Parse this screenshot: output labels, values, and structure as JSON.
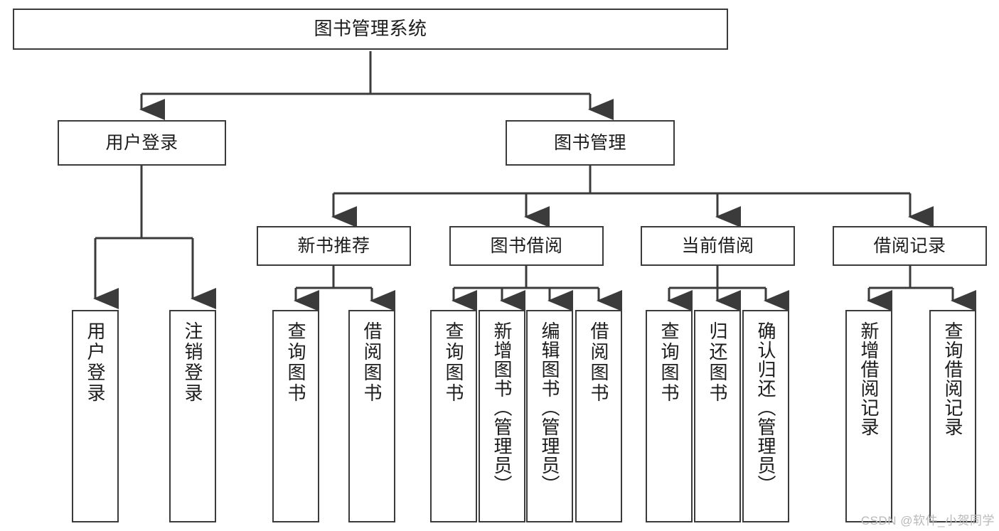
{
  "diagram": {
    "title": "图书管理系统",
    "type": "tree",
    "style": {
      "node_border_color": "#3b3b3b",
      "node_fill_color": "#ffffff",
      "edge_color": "#3b3b3b",
      "background_color": "#ffffff",
      "text_color": "#1c1c1c",
      "watermark_color": "#b9b9b9"
    },
    "watermark": "CSDN @软件_小贺同学",
    "nodes": {
      "root": {
        "label": "图书管理系统"
      },
      "level1": [
        {
          "label": "用户登录"
        },
        {
          "label": "图书管理"
        }
      ],
      "level2": [
        {
          "label": "新书推荐"
        },
        {
          "label": "图书借阅"
        },
        {
          "label": "当前借阅"
        },
        {
          "label": "借阅记录"
        }
      ],
      "leaves": {
        "user_login": [
          {
            "label": "用户登录"
          },
          {
            "label": "注销登录"
          }
        ],
        "new_book": [
          {
            "label": "查询图书"
          },
          {
            "label": "借阅图书"
          }
        ],
        "book_borrow": [
          {
            "label": "查询图书"
          },
          {
            "label": "新增图书（管理员）"
          },
          {
            "label": "编辑图书（管理员）"
          },
          {
            "label": "借阅图书"
          }
        ],
        "current_borrow": [
          {
            "label": "查询图书"
          },
          {
            "label": "归还图书"
          },
          {
            "label": "确认归还（管理员）"
          }
        ],
        "borrow_record": [
          {
            "label": "新增借阅记录"
          },
          {
            "label": "查询借阅记录"
          }
        ]
      }
    }
  }
}
